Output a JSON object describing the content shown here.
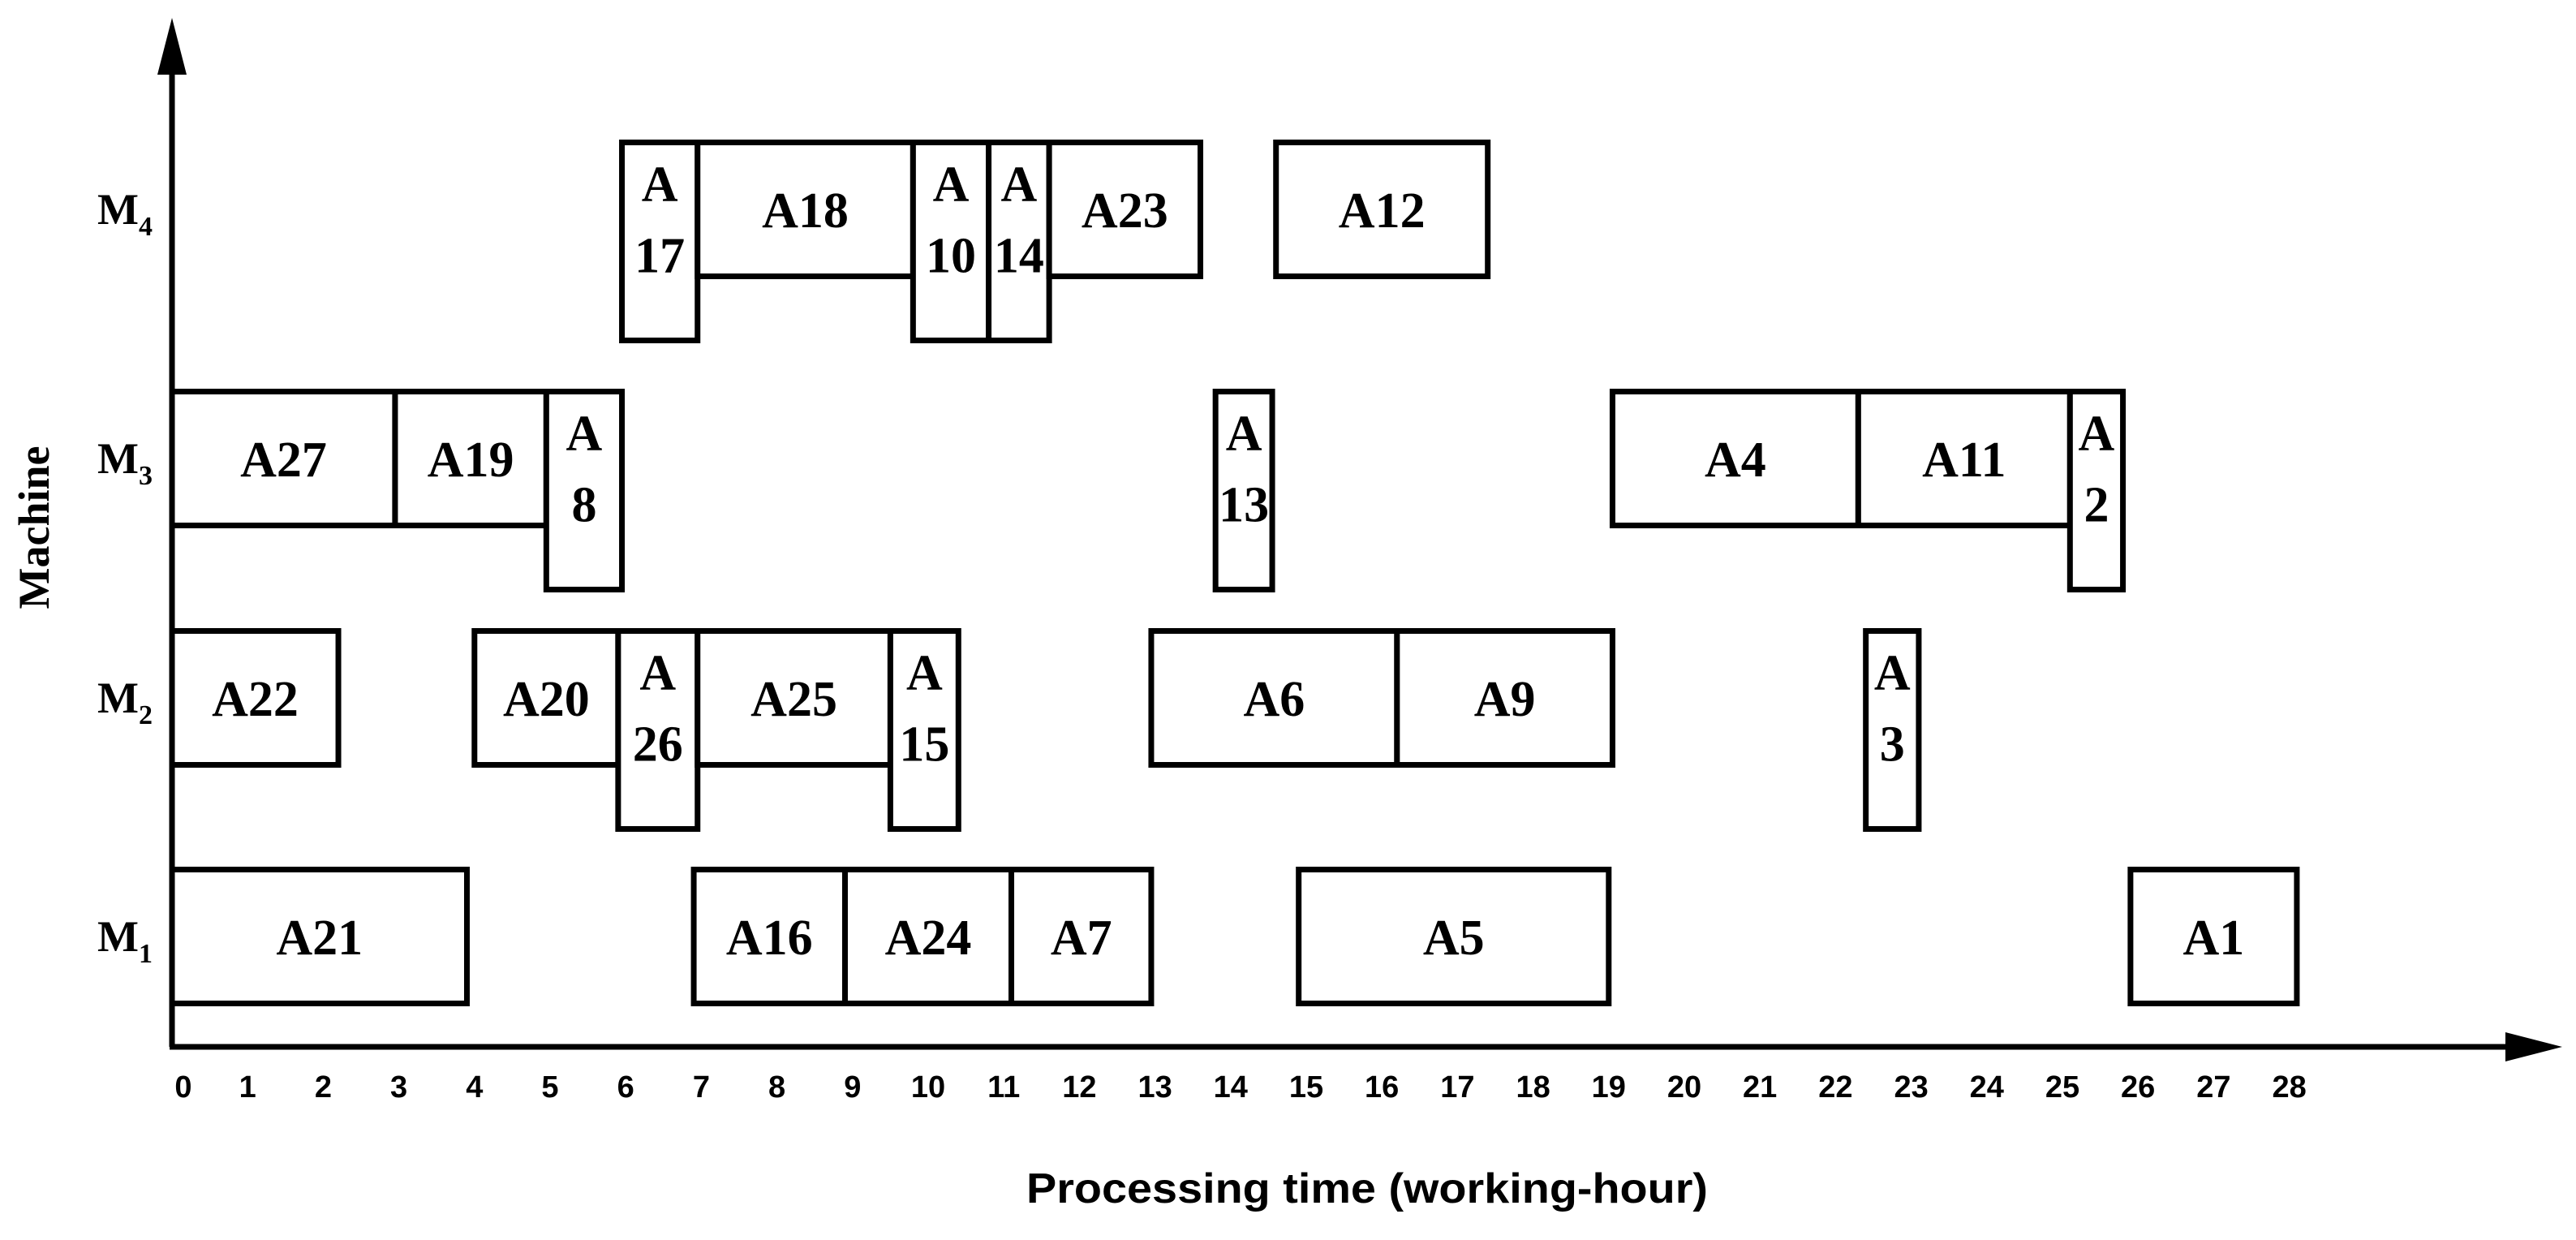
{
  "chart_data": {
    "type": "gantt",
    "xlabel": "Processing time (working-hour)",
    "ylabel": "Machine",
    "x_ticks": [
      {
        "value": 0,
        "label": "0"
      },
      {
        "value": 1,
        "label": "1"
      },
      {
        "value": 2,
        "label": "2"
      },
      {
        "value": 3,
        "label": "3"
      },
      {
        "value": 4,
        "label": "4"
      },
      {
        "value": 5,
        "label": "5"
      },
      {
        "value": 6,
        "label": "6"
      },
      {
        "value": 7,
        "label": "7"
      },
      {
        "value": 8,
        "label": "8"
      },
      {
        "value": 9,
        "label": "9"
      },
      {
        "value": 10,
        "label": "10"
      },
      {
        "value": 11,
        "label": "11"
      },
      {
        "value": 12,
        "label": "12"
      },
      {
        "value": 13,
        "label": "13"
      },
      {
        "value": 14,
        "label": "14"
      },
      {
        "value": 15,
        "label": "15"
      },
      {
        "value": 16,
        "label": "16"
      },
      {
        "value": 17,
        "label": "17"
      },
      {
        "value": 18,
        "label": "18"
      },
      {
        "value": 19,
        "label": "19"
      },
      {
        "value": 20,
        "label": "20"
      },
      {
        "value": 21,
        "label": "21"
      },
      {
        "value": 22,
        "label": "22"
      },
      {
        "value": 23,
        "label": "23"
      },
      {
        "value": 24,
        "label": "24"
      },
      {
        "value": 25,
        "label": "25"
      },
      {
        "value": 26,
        "label": "26"
      },
      {
        "value": 27,
        "label": "27"
      },
      {
        "value": 28,
        "label": "28"
      }
    ],
    "xlim": [
      0,
      30.4
    ],
    "machines": [
      {
        "id": "M1",
        "letter": "M",
        "sub": "1"
      },
      {
        "id": "M2",
        "letter": "M",
        "sub": "2"
      },
      {
        "id": "M3",
        "letter": "M",
        "sub": "3"
      },
      {
        "id": "M4",
        "letter": "M",
        "sub": "4"
      }
    ],
    "tasks": [
      {
        "machine": "M1",
        "start": 0.0,
        "end": 3.9,
        "label": [
          "A21"
        ],
        "tall": false
      },
      {
        "machine": "M1",
        "start": 6.9,
        "end": 8.9,
        "label": [
          "A16"
        ],
        "tall": false
      },
      {
        "machine": "M1",
        "start": 8.9,
        "end": 11.1,
        "label": [
          "A24"
        ],
        "tall": false
      },
      {
        "machine": "M1",
        "start": 11.1,
        "end": 12.95,
        "label": [
          "A7"
        ],
        "tall": false
      },
      {
        "machine": "M1",
        "start": 14.9,
        "end": 19.0,
        "label": [
          "A5"
        ],
        "tall": false
      },
      {
        "machine": "M1",
        "start": 25.9,
        "end": 28.1,
        "label": [
          "A1"
        ],
        "tall": false
      },
      {
        "machine": "M2",
        "start": 0.0,
        "end": 2.2,
        "label": [
          "A22"
        ],
        "tall": false
      },
      {
        "machine": "M2",
        "start": 4.0,
        "end": 5.9,
        "label": [
          "A20"
        ],
        "tall": false
      },
      {
        "machine": "M2",
        "start": 5.9,
        "end": 6.95,
        "label": [
          "A",
          "26"
        ],
        "tall": true
      },
      {
        "machine": "M2",
        "start": 6.95,
        "end": 9.5,
        "label": [
          "A25"
        ],
        "tall": false
      },
      {
        "machine": "M2",
        "start": 9.5,
        "end": 10.4,
        "label": [
          "A",
          "15"
        ],
        "tall": true
      },
      {
        "machine": "M2",
        "start": 12.95,
        "end": 16.2,
        "label": [
          "A6"
        ],
        "tall": false
      },
      {
        "machine": "M2",
        "start": 16.2,
        "end": 19.05,
        "label": [
          "A9"
        ],
        "tall": false
      },
      {
        "machine": "M2",
        "start": 22.4,
        "end": 23.1,
        "label": [
          "A",
          "3"
        ],
        "tall": true
      },
      {
        "machine": "M3",
        "start": 0.0,
        "end": 2.95,
        "label": [
          "A27"
        ],
        "tall": false
      },
      {
        "machine": "M3",
        "start": 2.95,
        "end": 4.95,
        "label": [
          "A19"
        ],
        "tall": false
      },
      {
        "machine": "M3",
        "start": 4.95,
        "end": 5.95,
        "label": [
          "A",
          "8"
        ],
        "tall": true
      },
      {
        "machine": "M3",
        "start": 13.8,
        "end": 14.55,
        "label": [
          "A",
          "13"
        ],
        "tall": true
      },
      {
        "machine": "M3",
        "start": 19.05,
        "end": 22.3,
        "label": [
          "A4"
        ],
        "tall": false
      },
      {
        "machine": "M3",
        "start": 22.3,
        "end": 25.1,
        "label": [
          "A11"
        ],
        "tall": false
      },
      {
        "machine": "M3",
        "start": 25.1,
        "end": 25.8,
        "label": [
          "A",
          "2"
        ],
        "tall": true
      },
      {
        "machine": "M4",
        "start": 5.95,
        "end": 6.95,
        "label": [
          "A",
          "17"
        ],
        "tall": true
      },
      {
        "machine": "M4",
        "start": 6.95,
        "end": 9.8,
        "label": [
          "A18"
        ],
        "tall": false
      },
      {
        "machine": "M4",
        "start": 9.8,
        "end": 10.8,
        "label": [
          "A",
          "10"
        ],
        "tall": true
      },
      {
        "machine": "M4",
        "start": 10.8,
        "end": 11.6,
        "label": [
          "A",
          "14"
        ],
        "tall": true
      },
      {
        "machine": "M4",
        "start": 11.6,
        "end": 13.6,
        "label": [
          "A23"
        ],
        "tall": false
      },
      {
        "machine": "M4",
        "start": 14.6,
        "end": 17.4,
        "label": [
          "A12"
        ],
        "tall": false
      }
    ]
  }
}
